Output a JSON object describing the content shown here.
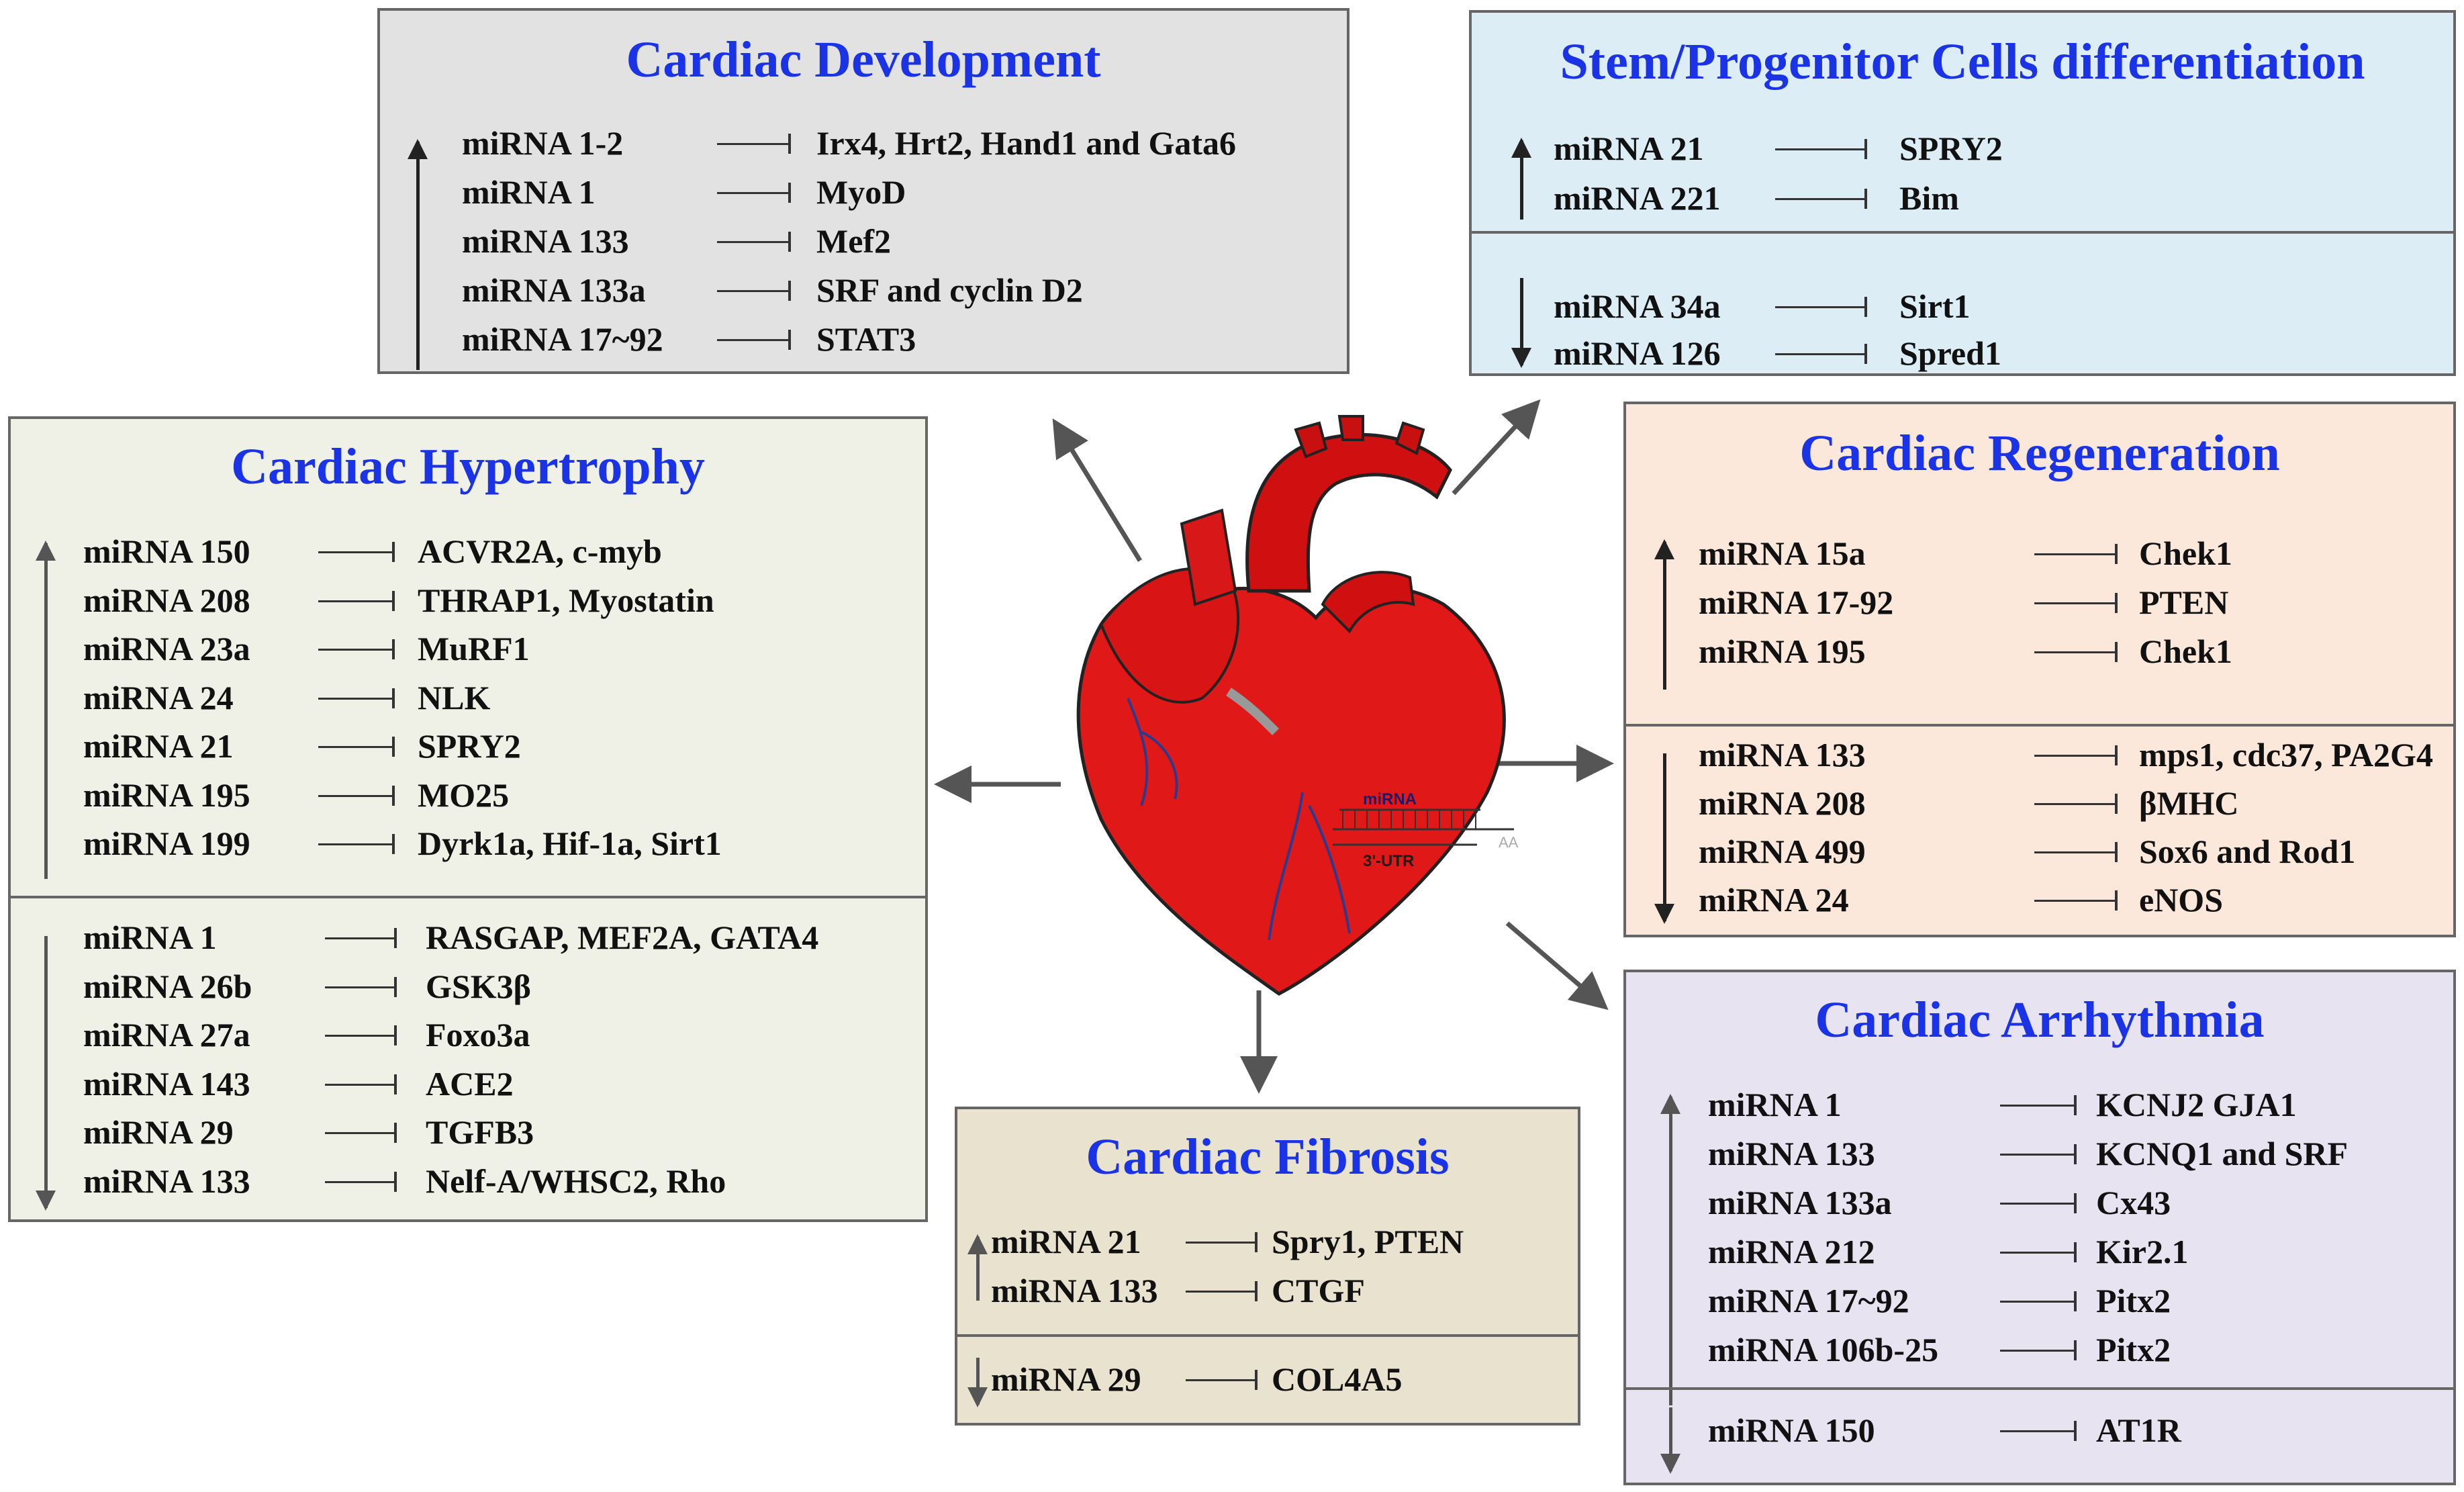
{
  "colors": {
    "title": "#1a33e6",
    "dev": "#e2e2e2",
    "stem": "#dcedf5",
    "hyper": "#eff1e6",
    "regen": "#fce8da",
    "fib": "#e9e2cf",
    "arr": "#e8e3f1",
    "heart": "#e01818"
  },
  "heart": {
    "mirna_label": "miRNA",
    "utr_label": "3'-UTR",
    "aa_label": "AA"
  },
  "development": {
    "title": "Cardiac Development",
    "up": [
      {
        "mirna": "miRNA 1-2",
        "target": "Irx4, Hrt2, Hand1 and Gata6"
      },
      {
        "mirna": "miRNA 1",
        "target": "MyoD"
      },
      {
        "mirna": "miRNA 133",
        "target": "Mef2"
      },
      {
        "mirna": "miRNA 133a",
        "target": "SRF and cyclin D2"
      },
      {
        "mirna": "miRNA 17~92",
        "target": "STAT3"
      }
    ]
  },
  "stem": {
    "title": "Stem/Progenitor Cells differentiation",
    "up": [
      {
        "mirna": "miRNA 21",
        "target": "SPRY2"
      },
      {
        "mirna": "miRNA 221",
        "target": "Bim"
      }
    ],
    "down": [
      {
        "mirna": "miRNA 34a",
        "target": "Sirt1"
      },
      {
        "mirna": "miRNA 126",
        "target": "Spred1"
      }
    ]
  },
  "hypertrophy": {
    "title": "Cardiac Hypertrophy",
    "up": [
      {
        "mirna": "miRNA 150",
        "target": "ACVR2A,  c-myb"
      },
      {
        "mirna": "miRNA 208",
        "target": "THRAP1, Myostatin"
      },
      {
        "mirna": "miRNA 23a",
        "target": "MuRF1"
      },
      {
        "mirna": "miRNA 24",
        "target": "NLK"
      },
      {
        "mirna": "miRNA 21",
        "target": "SPRY2"
      },
      {
        "mirna": "miRNA 195",
        "target": "MO25"
      },
      {
        "mirna": "miRNA 199",
        "target": "Dyrk1a, Hif-1a, Sirt1"
      }
    ],
    "down": [
      {
        "mirna": "miRNA  1",
        "target": "RASGAP, MEF2A, GATA4"
      },
      {
        "mirna": "miRNA  26b",
        "target": "GSK3β"
      },
      {
        "mirna": "miRNA  27a",
        "target": "Foxo3a"
      },
      {
        "mirna": "miRNA  143",
        "target": "ACE2"
      },
      {
        "mirna": "miRNA  29",
        "target": "TGFB3"
      },
      {
        "mirna": "miRNA  133",
        "target": "Nelf-A/WHSC2, Rho"
      }
    ]
  },
  "regeneration": {
    "title": "Cardiac Regeneration",
    "up": [
      {
        "mirna": "miRNA 15a",
        "target": "Chek1"
      },
      {
        "mirna": "miRNA 17-92",
        "target": "PTEN"
      },
      {
        "mirna": "miRNA 195",
        "target": "Chek1"
      }
    ],
    "down": [
      {
        "mirna": "miRNA 133",
        "target": "mps1, cdc37, PA2G4"
      },
      {
        "mirna": "miRNA 208",
        "target": "βMHC"
      },
      {
        "mirna": "miRNA 499",
        "target": "Sox6 and Rod1"
      },
      {
        "mirna": "miRNA 24",
        "target": "eNOS"
      }
    ]
  },
  "fibrosis": {
    "title": "Cardiac Fibrosis",
    "up": [
      {
        "mirna": "miRNA 21",
        "target": "Spry1, PTEN"
      },
      {
        "mirna": "miRNA 133",
        "target": "CTGF"
      }
    ],
    "down": [
      {
        "mirna": "miRNA 29",
        "target": "COL4A5"
      }
    ]
  },
  "arrhythmia": {
    "title": "Cardiac Arrhythmia",
    "up": [
      {
        "mirna": "miRNA 1",
        "target": "KCNJ2  GJA1"
      },
      {
        "mirna": "miRNA 133",
        "target": "KCNQ1 and  SRF"
      },
      {
        "mirna": "miRNA 133a",
        "target": "Cx43"
      },
      {
        "mirna": "miRNA 212",
        "target": "Kir2.1"
      },
      {
        "mirna": "miRNA 17~92",
        "target": "Pitx2"
      },
      {
        "mirna": "miRNA 106b-25",
        "target": "Pitx2"
      }
    ],
    "down": [
      {
        "mirna": "miRNA  150",
        "target": "AT1R"
      }
    ]
  }
}
